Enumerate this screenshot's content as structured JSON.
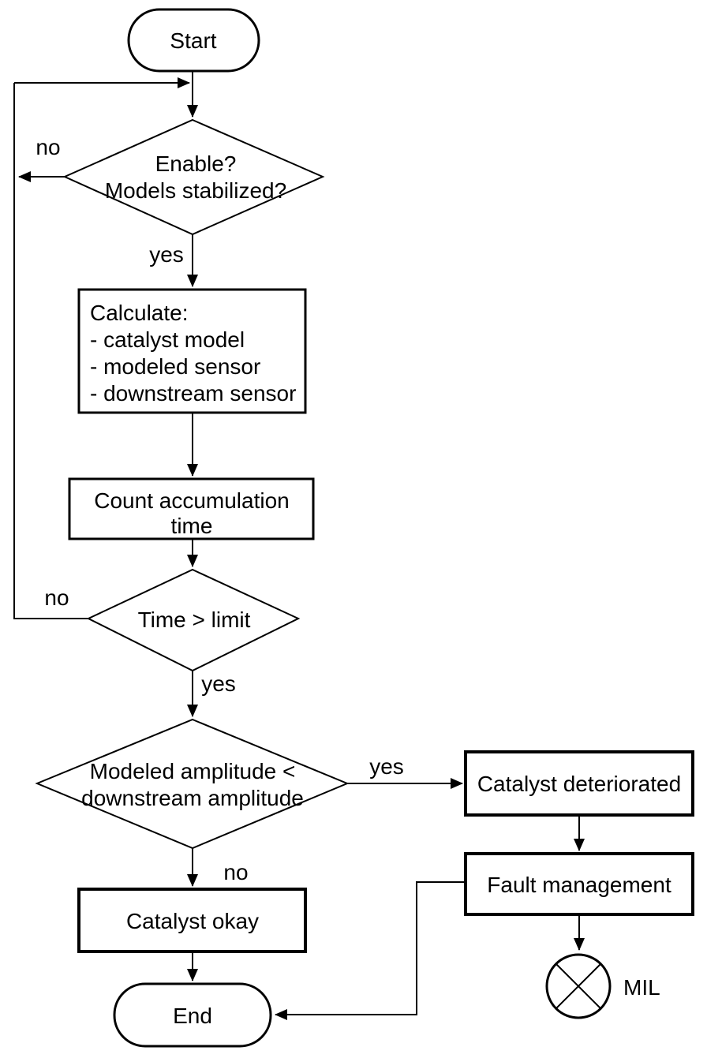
{
  "diagram": {
    "type": "flowchart",
    "colors": {
      "stroke": "#000000",
      "background": "#ffffff"
    },
    "nodes": {
      "start": {
        "shape": "terminator",
        "label": "Start"
      },
      "enable": {
        "shape": "decision",
        "line1": "Enable?",
        "line2": "Models stabilized?"
      },
      "calculate": {
        "shape": "process",
        "line1": "Calculate:",
        "line2": "- catalyst model",
        "line3": "- modeled sensor",
        "line4": "- downstream sensor"
      },
      "count": {
        "shape": "process",
        "line1": "Count accumulation",
        "line2": "time"
      },
      "time_limit": {
        "shape": "decision",
        "label": "Time > limit"
      },
      "amplitude": {
        "shape": "decision",
        "line1": "Modeled amplitude <",
        "line2": "downstream amplitude"
      },
      "deteriorated": {
        "shape": "process",
        "label": "Catalyst deteriorated"
      },
      "fault": {
        "shape": "process",
        "label": "Fault management"
      },
      "okay": {
        "shape": "process",
        "label": "Catalyst okay"
      },
      "end": {
        "shape": "terminator",
        "label": "End"
      },
      "mil": {
        "shape": "lamp-symbol",
        "label": "MIL"
      }
    },
    "edge_labels": {
      "enable_no": "no",
      "enable_yes": "yes",
      "time_no": "no",
      "time_yes": "yes",
      "amplitude_yes": "yes",
      "amplitude_no": "no"
    }
  }
}
